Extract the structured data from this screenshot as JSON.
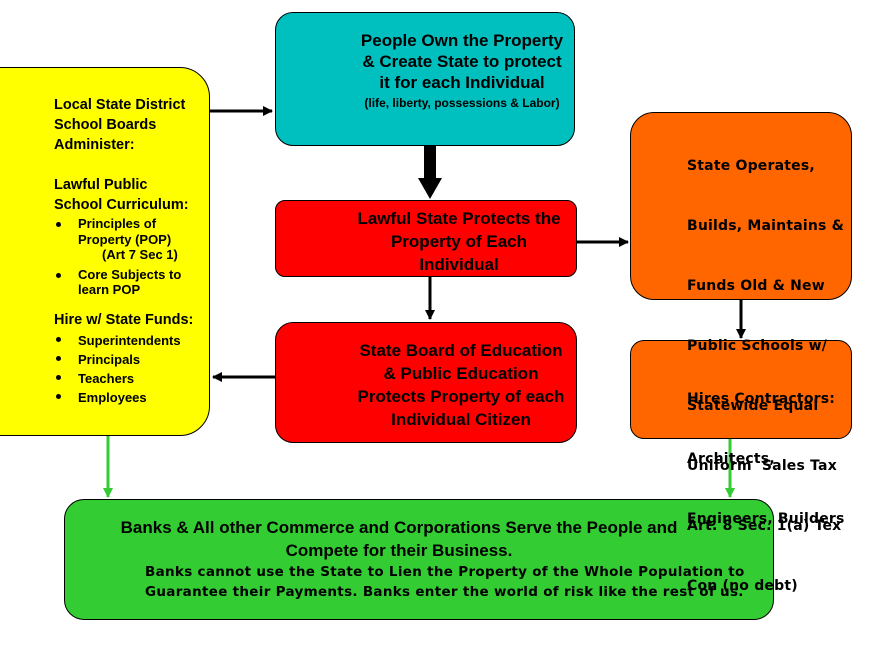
{
  "people": {
    "title_lines": [
      "People Own the Property",
      "& Create State to protect",
      "it for each Individual"
    ],
    "subtitle": "(life, liberty, possessions & Labor)"
  },
  "lawful_state": {
    "lines": [
      "Lawful State Protects the",
      "Property of Each",
      "Individual"
    ]
  },
  "board": {
    "lines": [
      "State Board of Education",
      "& Public Education",
      "Protects Property of each",
      "Individual Citizen"
    ]
  },
  "local": {
    "administer_lines": [
      "Local State District",
      "School Boards",
      "Administer:"
    ],
    "curriculum_lines": [
      "Lawful Public",
      "School Curriculum:"
    ],
    "curriculum_items": [
      [
        "Principles of",
        "Property (POP)",
        "(Art 7 Sec 1)"
      ],
      [
        "Core Subjects to",
        "learn POP"
      ]
    ],
    "hire_heading": "Hire w/ State Funds:",
    "hire_items": [
      "Superintendents",
      "Principals",
      "Teachers",
      "Employees"
    ]
  },
  "operates": {
    "lines": [
      "State Operates,",
      "Builds, Maintains &",
      "Funds Old & New",
      "Public Schools w/",
      "Statewide Equal",
      "Uniform  Sales Tax",
      "Art. 8 Sec. 1(a) Tex",
      "Con (no debt)"
    ]
  },
  "contractors": {
    "lines": [
      "Hires Contractors:",
      "Architects,",
      "Engineers, Builders"
    ]
  },
  "banks": {
    "title_lines": [
      "Banks & All other Commerce and Corporations Serve the People and",
      "Compete for their Business."
    ],
    "body_lines": [
      "Banks cannot use the State to Lien the Property of the Whole Population to",
      "Guarantee their Payments. Banks enter the world of risk like the rest of us."
    ]
  },
  "colors": {
    "teal": "#00BFBF",
    "red": "#FF0000",
    "yellow": "#FFFF00",
    "orange": "#FF6600",
    "green": "#33CC33",
    "green_arrow": "#33CC33",
    "black": "#000000"
  }
}
